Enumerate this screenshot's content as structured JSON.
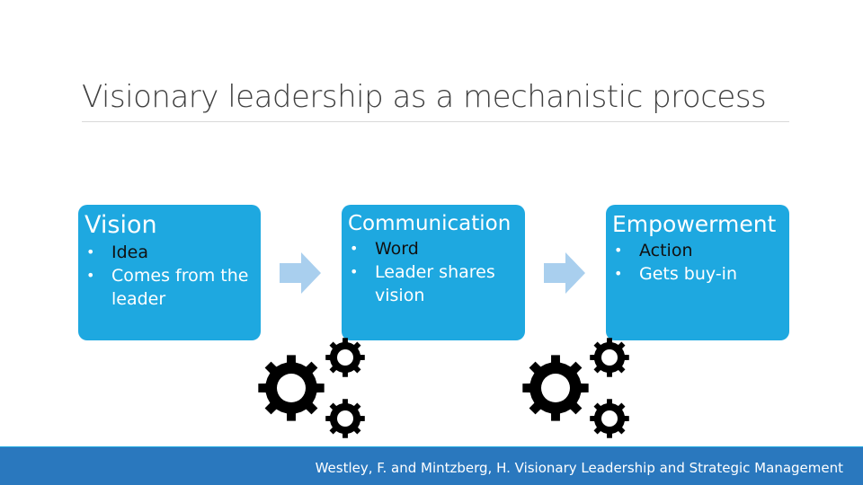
{
  "slide": {
    "title": "Visionary leadership as a mechanistic process",
    "boxes": [
      {
        "title": "Vision",
        "bullets": [
          "Idea",
          "Comes from the leader"
        ]
      },
      {
        "title": "Communication",
        "bullets": [
          "Word",
          "Leader shares vision"
        ]
      },
      {
        "title": "Empowerment",
        "bullets": [
          "Action",
          "Gets buy-in"
        ]
      }
    ],
    "bullet_glyph": "•",
    "citation": "Westley, F. and Mintzberg, H. Visionary Leadership and Strategic Management"
  },
  "colors": {
    "box": "#1ea8e0",
    "arrow": "#a9cfee",
    "footer": "#2a78be",
    "gears": "#000000"
  },
  "icons": [
    "chevron-arrow-icon",
    "gears-icon"
  ]
}
